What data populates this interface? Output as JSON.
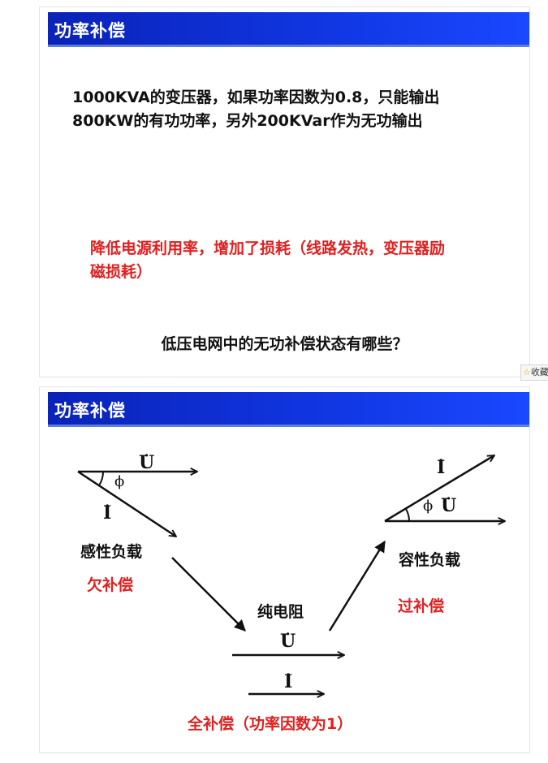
{
  "slide1": {
    "title": "功率补偿",
    "body_line1": "1000KVA的变压器，如果功率因数为0.8，只能输出",
    "body_line2": "800KW的有功功率，另外200KVar作为无功输出",
    "red_line1": "降低电源利用率，增加了损耗（线路发热，变压器励",
    "red_line2": "磁损耗）",
    "question": "低压电网中的无功补偿状态有哪些？"
  },
  "bookmark": {
    "icon": "star-icon",
    "label": "收藏"
  },
  "slide2": {
    "title": "功率补偿",
    "symbols": {
      "voltage": "U",
      "current": "I",
      "angle": "ϕ",
      "dot": "·"
    },
    "inductive_label": "感性负载",
    "inductive_state": "欠补偿",
    "resistive_label": "纯电阻",
    "resistive_state": "全补偿（功率因数为1）",
    "capacitive_label": "容性负载",
    "capacitive_state": "过补偿"
  },
  "colors": {
    "banner": "#1035e0",
    "accent_red": "#e02020",
    "text": "#111111"
  }
}
